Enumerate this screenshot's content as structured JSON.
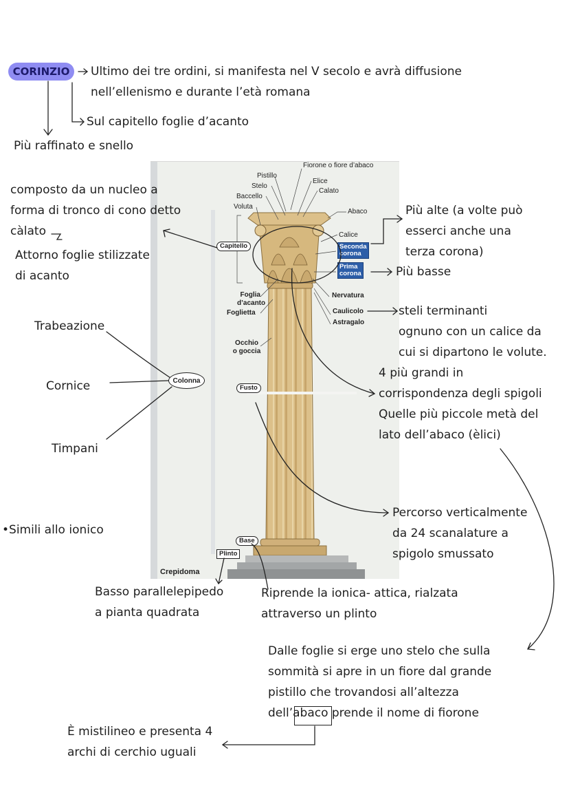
{
  "title_badge": "CORINZIO",
  "notes": {
    "intro": [
      "Ultimo dei tre ordini, si manifesta nel V secolo e avrà diffusione",
      "nell’ellenismo e durante l’età romana"
    ],
    "acanto": "Sul capitello foglie d’acanto",
    "raffinato": "Più raffinato e snello",
    "calato": [
      "composto da un nucleo a",
      "forma di tronco di cono detto",
      "càlato"
    ],
    "attorno": [
      "Attorno foglie stilizzate",
      "di acanto"
    ],
    "trabeazione": "Trabeazione",
    "cornice": "Cornice",
    "timpani": "Timpani",
    "simili": "Simili allo ionico",
    "piu_alte": [
      "Più alte (a volte può",
      "esserci anche una",
      "terza corona)"
    ],
    "piu_basse": "Più basse",
    "steli": [
      "steli terminanti",
      "ognuno con un calice da",
      "cui si dipartono le volute."
    ],
    "volute": [
      "4 più grandi in",
      "corrispondenza degli spigoli",
      "Quelle più piccole metà del",
      "lato dell’abaco (èlici)"
    ],
    "percorso": [
      "Percorso verticalmente",
      "da 24 scanalature a",
      "spigolo smussato"
    ],
    "basso": [
      "Basso parallelepipedo",
      "a pianta quadrata"
    ],
    "riprende": [
      "Riprende la ionica- attica, rialzata",
      "attraverso un plinto"
    ],
    "dalle_foglie": [
      "Dalle foglie si erge uno stelo che sulla",
      "sommità si apre in un fiore dal grande",
      "pistillo che trovandosi all’altezza"
    ],
    "dell": "dell’",
    "abaco_word": "abaco",
    "fiorone_rest": " prende il nome di fiorone",
    "mistilineo": [
      "È mistilineo e presenta 4",
      "archi di cerchio uguali"
    ],
    "colonna_oval": "Colonna"
  },
  "diagram": {
    "labels": {
      "pistillo": "Pistillo",
      "stelo": "Stelo",
      "baccello": "Baccello",
      "voluta": "Voluta",
      "fiorone": "Fiorone o fiore d’abaco",
      "elice": "Elice",
      "calato": "Calato",
      "abaco": "Abaco",
      "calice": "Calice",
      "seconda_corona": [
        "Seconda",
        "corona"
      ],
      "prima_corona": [
        "Prima",
        "corona"
      ],
      "capitello": "Capitello",
      "foglia_acanto": [
        "Foglia",
        "d’acanto"
      ],
      "foglietta": "Foglietta",
      "nervatura": "Nervatura",
      "caulicolo": "Caulicolo",
      "astragalo": "Astragalo",
      "occhio": [
        "Occhio",
        "o goccia"
      ],
      "fusto": "Fusto",
      "base": "Base",
      "plinto": "Plinto",
      "crepidoma": "Crepidoma"
    }
  },
  "colors": {
    "badge": "#8f8cf2",
    "stone": "#dcc08a",
    "stone_shadow": "#b89a62",
    "step": "#9a9d9e",
    "label_blue": "#2d5ea8"
  }
}
